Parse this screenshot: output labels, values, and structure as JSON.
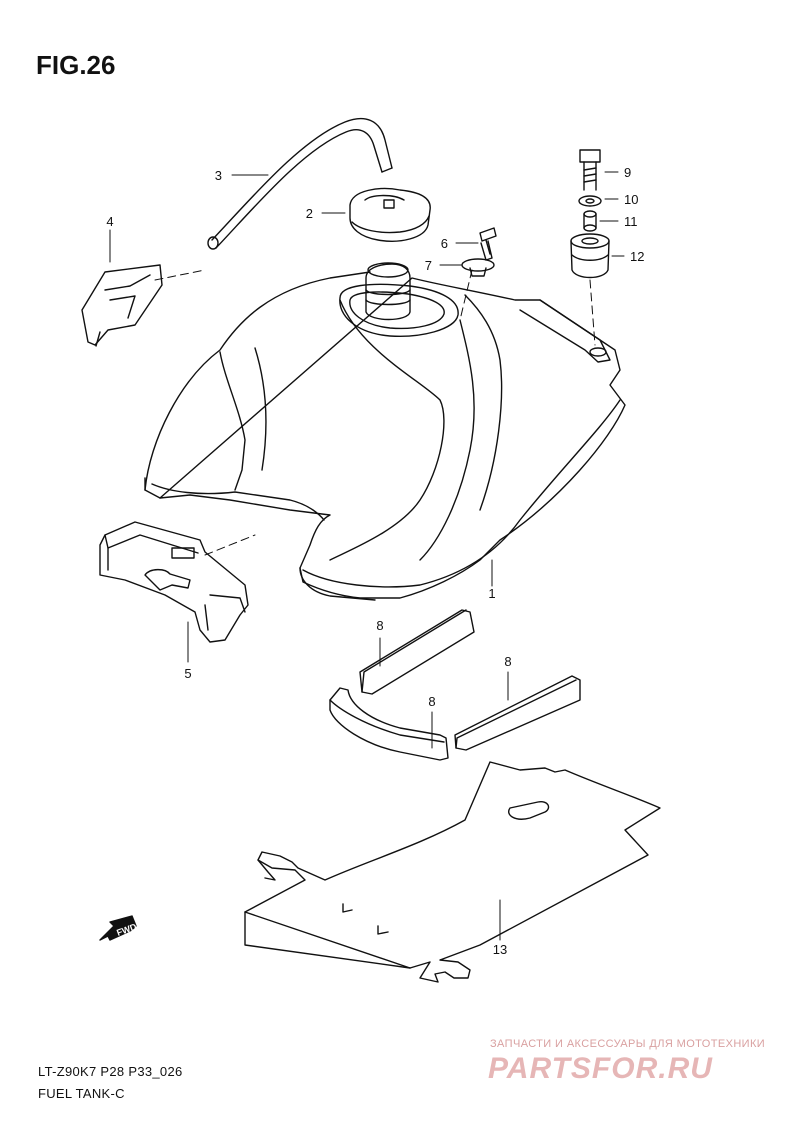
{
  "figure": {
    "title": "FIG.26"
  },
  "callouts": {
    "p1": "1",
    "p2": "2",
    "p3": "3",
    "p4": "4",
    "p5": "5",
    "p6": "6",
    "p7": "7",
    "p8a": "8",
    "p8b": "8",
    "p8c": "8",
    "p9": "9",
    "p10": "10",
    "p11": "11",
    "p12": "12",
    "p13": "13"
  },
  "fwd_label": "FWD",
  "footer": {
    "model_code": "LT-Z90K7 P28 P33_026",
    "group_name": "FUEL TANK-C"
  },
  "watermark": {
    "tagline": "ЗАПЧАСТИ И АКСЕССУАРЫ ДЛЯ МОТОТЕХНИКИ",
    "logo": "PARTSFOR.RU"
  },
  "colors": {
    "line": "#111111",
    "watermark": "#e6b6b6"
  }
}
